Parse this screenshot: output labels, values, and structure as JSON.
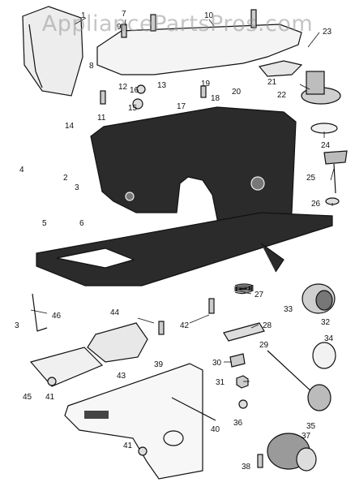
{
  "watermark": "AppliancePartsPros.com",
  "colors": {
    "ink": "#111111",
    "body": "#2b2b2b",
    "paper": "#ffffff",
    "watermark": "#9a9a9a"
  },
  "parts": {
    "p1": "1",
    "p2": "2",
    "p3": "3",
    "p4": "4",
    "p5": "5",
    "p6": "6",
    "p7": "7",
    "p8": "8",
    "p9": "9",
    "p10": "10",
    "p11": "11",
    "p12": "12",
    "p13": "13",
    "p14": "14",
    "p15": "15",
    "p16": "16",
    "p17": "17",
    "p18": "18",
    "p19": "19",
    "p20": "20",
    "p21": "21",
    "p22": "22",
    "p23": "23",
    "p24": "24",
    "p25": "25",
    "p26": "26",
    "p27": "27",
    "p28": "28",
    "p29": "29",
    "p30": "30",
    "p31": "31",
    "p32": "32",
    "p33": "33",
    "p34": "34",
    "p35": "35",
    "p36": "36",
    "p37": "37",
    "p38": "38",
    "p39": "39",
    "p40": "40",
    "p41": "41",
    "p42": "42",
    "p43": "43",
    "p44": "44",
    "p45": "45",
    "p46": "46"
  }
}
